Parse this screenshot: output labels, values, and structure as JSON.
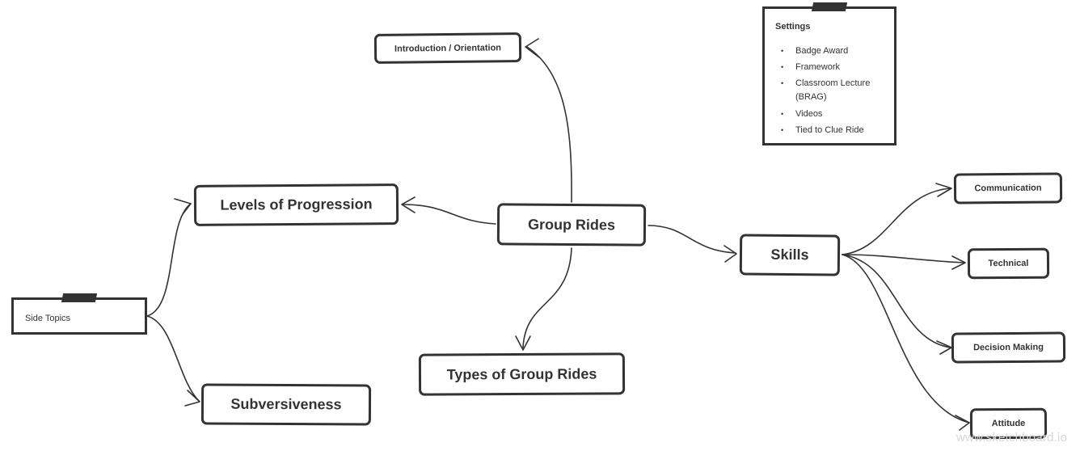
{
  "nodes": {
    "center": "Group Rides",
    "introduction": "Introduction / Orientation",
    "levels": "Levels of Progression",
    "types": "Types of Group Rides",
    "subversiveness": "Subversiveness",
    "skills": "Skills",
    "communication": "Communication",
    "technical": "Technical",
    "decision_making": "Decision Making",
    "attitude": "Attitude"
  },
  "notes": {
    "settings": {
      "title": "Settings",
      "items": [
        "Badge Award",
        "Framework",
        "Classroom Lecture\n(BRAG)",
        "Videos",
        "Tied to Clue Ride"
      ]
    },
    "side_topics": {
      "title": "Side Topics"
    }
  },
  "watermark": "www.sketchboard.io"
}
